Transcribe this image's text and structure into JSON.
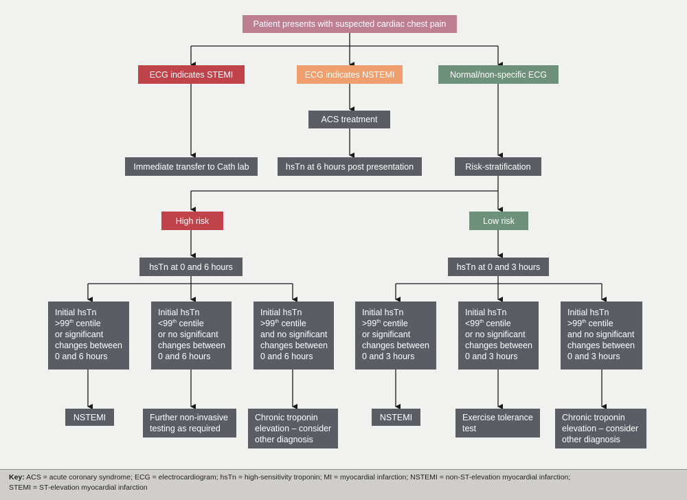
{
  "nodes": {
    "presents": "Patient presents with suspected cardiac chest pain",
    "stemi_ecg": "ECG indicates STEMI",
    "nstemi_ecg": "ECG indicates NSTEMI",
    "normal_ecg": "Normal/non-specific ECG",
    "acs_treatment": "ACS treatment",
    "cath_lab": "Immediate transfer to Cath lab",
    "hstn_6h_post": "hsTn at 6 hours post presentation",
    "risk_strat": "Risk-stratification",
    "high_risk": "High risk",
    "low_risk": "Low risk",
    "hstn_0_6": "hsTn at 0 and 6 hours",
    "hstn_0_3": "hsTn at 0 and 3 hours",
    "nstemi_a": "NSTEMI",
    "further_testing": "Further non-invasive\ntesting as required",
    "chronic_a": "Chronic troponin\nelevation – consider\nother diagnosis",
    "nstemi_b": "NSTEMI",
    "exercise": "Exercise tolerance\ntest",
    "chronic_b": "Chronic troponin\nelevation – consider\nother diagnosis"
  },
  "criteria": {
    "h1": {
      "l1": "Initial hsTn",
      "l2a": ">99",
      "sup": "th",
      "l2b": " centile",
      "l3": "or significant",
      "l4": "changes between",
      "l5": "0 and 6 hours"
    },
    "h2": {
      "l1": "Initial hsTn",
      "l2a": "<99",
      "sup": "th",
      "l2b": " centile",
      "l3": "or no significant",
      "l4": "changes between",
      "l5": "0 and 6 hours"
    },
    "h3": {
      "l1": "Initial hsTn",
      "l2a": ">99",
      "sup": "th",
      "l2b": " centile",
      "l3": "and no significant",
      "l4": "changes between",
      "l5": "0 and 6 hours"
    },
    "l1": {
      "l1": "Initial hsTn",
      "l2a": ">99",
      "sup": "th",
      "l2b": " centile",
      "l3": "or significant",
      "l4": "changes between",
      "l5": "0 and 3 hours"
    },
    "l2": {
      "l1": "Initial hsTn",
      "l2a": "<99",
      "sup": "th",
      "l2b": " centile",
      "l3": "or no significant",
      "l4": "changes between",
      "l5": "0 and 3 hours"
    },
    "l3": {
      "l1": "Initial hsTn",
      "l2a": ">99",
      "sup": "th",
      "l2b": " centile",
      "l3": "and no significant",
      "l4": "changes between",
      "l5": "0 and 3 hours"
    }
  },
  "key": {
    "label": "Key:",
    "text": " ACS = acute coronary syndrome; ECG = electrocardiogram; hsTn = high-sensitivity troponin; MI = myocardial infarction; NSTEMI = non-ST-elevation myocardial infarction;",
    "text2": "STEMI = ST-elevation myocardial infarction"
  },
  "colors": {
    "start": "#be7f93",
    "stemi": "#c0434a",
    "nstemi": "#ef9f6d",
    "normal": "#6e9279",
    "step": "#5b5d64",
    "background": "#f1f1f0"
  }
}
